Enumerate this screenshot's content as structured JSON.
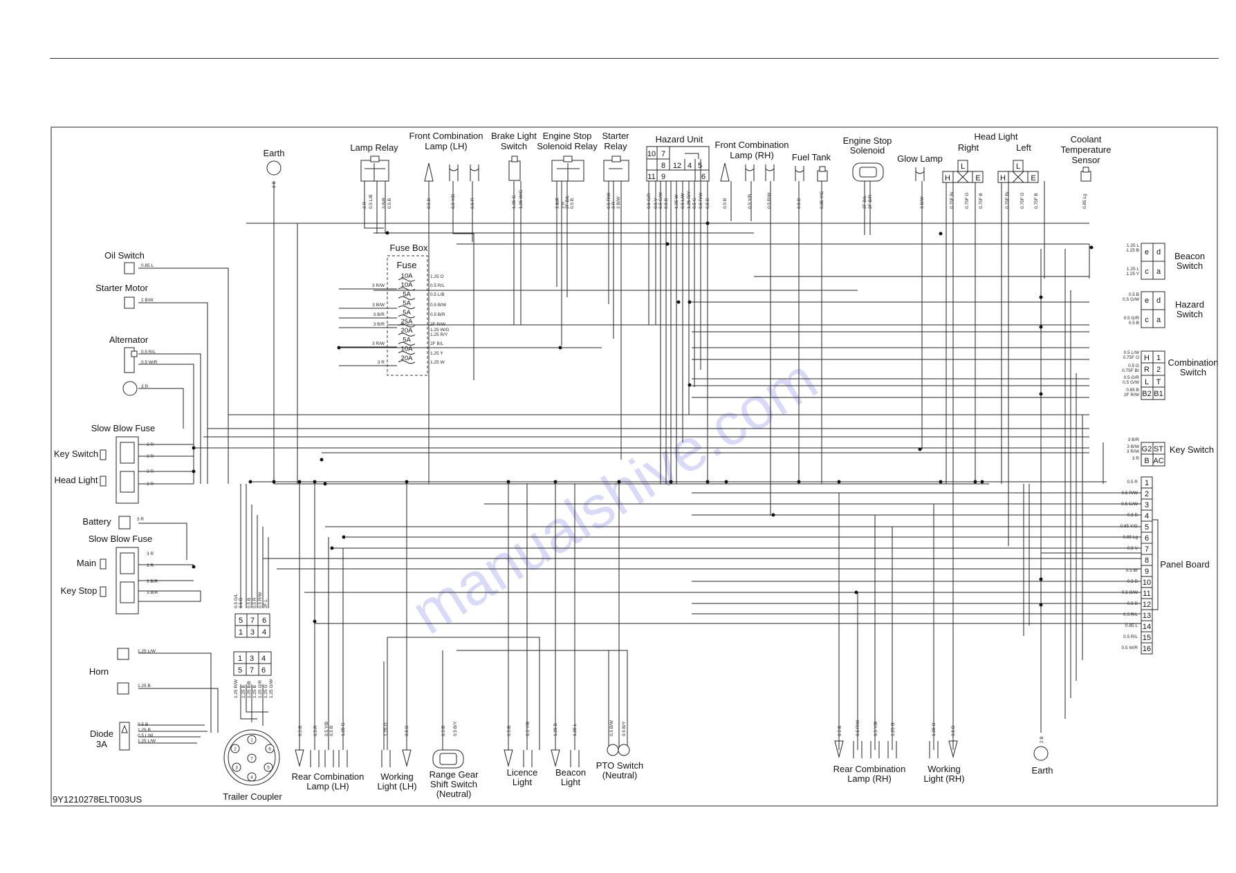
{
  "doc_code": "9Y1210278ELT003US",
  "watermark": "manualshive.com",
  "top_components": {
    "earth_top": "Earth",
    "lamp_relay": "Lamp Relay",
    "front_comb_lh_1": "Front Combination",
    "front_comb_lh_2": "Lamp (LH)",
    "brake_1": "Brake Light",
    "brake_2": "Switch",
    "engine_relay_1": "Engine Stop",
    "engine_relay_2": "Solenoid Relay",
    "starter_relay_1": "Starter",
    "starter_relay_2": "Relay",
    "hazard_unit": "Hazard Unit",
    "front_comb_rh_1": "Front Combination",
    "front_comb_rh_2": "Lamp (RH)",
    "fuel_tank": "Fuel Tank",
    "engine_sol_1": "Engine Stop",
    "engine_sol_2": "Solenoid",
    "glow_lamp": "Glow Lamp",
    "head_light": "Head Light",
    "head_right": "Right",
    "head_left": "Left",
    "coolant_1": "Coolant",
    "coolant_2": "Temperature",
    "coolant_3": "Sensor"
  },
  "left_components": {
    "oil_switch": "Oil Switch",
    "starter_motor": "Starter Motor",
    "alternator": "Alternator",
    "slow_blow_fuse_1": "Slow Blow Fuse",
    "key_switch": "Key Switch",
    "head_light": "Head Light",
    "battery": "Battery",
    "slow_blow_fuse_2": "Slow Blow Fuse",
    "main": "Main",
    "key_stop": "Key Stop",
    "horn": "Horn",
    "diode_1": "Diode",
    "diode_2": "3A"
  },
  "fuse_box": {
    "title": "Fuse Box",
    "fuse_label": "Fuse",
    "ratings": [
      "10A",
      "10A",
      "5A",
      "5A",
      "5A",
      "25A",
      "20A",
      "5A",
      "10A",
      "20A"
    ],
    "left_wires": [
      "3 R/W",
      "3 B/W",
      "3 B/R",
      "3 B/R",
      "3 R/W",
      "3 R"
    ],
    "right_wires": [
      "1.25 O",
      "0.5 R/L",
      "0.5 L/B",
      "0.5 B/W",
      "0.5 B/R",
      "2F R/W",
      "1.25 W/G",
      "1.25 R/Y",
      "2F B/L",
      "1.25 Y",
      "1.25 W"
    ]
  },
  "right_components": {
    "beacon_1": "Beacon",
    "beacon_2": "Switch",
    "hazard_1": "Hazard",
    "hazard_2": "Switch",
    "combination_1": "Combination",
    "combination_2": "Switch",
    "key_switch": "Key Switch",
    "panel_board": "Panel Board"
  },
  "switch_pins": {
    "beacon": [
      "e",
      "d",
      "c",
      "a"
    ],
    "hazard": [
      "e",
      "d",
      "c",
      "a"
    ],
    "combination": [
      "H",
      "1",
      "R",
      "2",
      "L",
      "T",
      "B2",
      "B1"
    ],
    "key": [
      "G2",
      "ST",
      "B",
      "AC"
    ]
  },
  "panel_pins": [
    "1",
    "2",
    "3",
    "4",
    "5",
    "6",
    "7",
    "8",
    "9",
    "10",
    "11",
    "12",
    "13",
    "14",
    "15",
    "16"
  ],
  "panel_wires": [
    "0.5 R",
    "0.5 R/W",
    "0.5 G/W",
    "0.5 B",
    "0.85 Y/G",
    "0.85 Lg",
    "0.5 V",
    "",
    "0.5 Br",
    "0.5 B",
    "0.5 B/W",
    "0.5 B",
    "0.5 R/L",
    "0.85 L",
    "0.5 R/L",
    "0.5 W/R"
  ],
  "hazard_unit_pins": [
    "10",
    "7",
    "8",
    "12",
    "4",
    "5",
    "11",
    "9",
    "6"
  ],
  "bottom_components": {
    "trailer_coupler": "Trailer Coupler",
    "rear_lh_1": "Rear Combination",
    "rear_lh_2": "Lamp (LH)",
    "work_lh_1": "Working",
    "work_lh_2": "Light (LH)",
    "range_1": "Range Gear",
    "range_2": "Shift Switch",
    "range_3": "(Neutral)",
    "licence_1": "Licence",
    "licence_2": "Light",
    "beacon_1": "Beacon",
    "beacon_2": "Light",
    "pto_1": "PTO Switch",
    "pto_2": "(Neutral)",
    "rear_rh_1": "Rear Combination",
    "rear_rh_2": "Lamp (RH)",
    "work_rh_1": "Working",
    "work_rh_2": "Light (RH)",
    "earth": "Earth"
  },
  "coupler_pins": [
    "1",
    "2",
    "3",
    "4",
    "5",
    "6",
    "7"
  ],
  "connector_pins_a": [
    "5",
    "7",
    "6",
    "1",
    "3",
    "4"
  ],
  "connector_pins_b": [
    "1",
    "3",
    "4",
    "5",
    "7",
    "6"
  ]
}
